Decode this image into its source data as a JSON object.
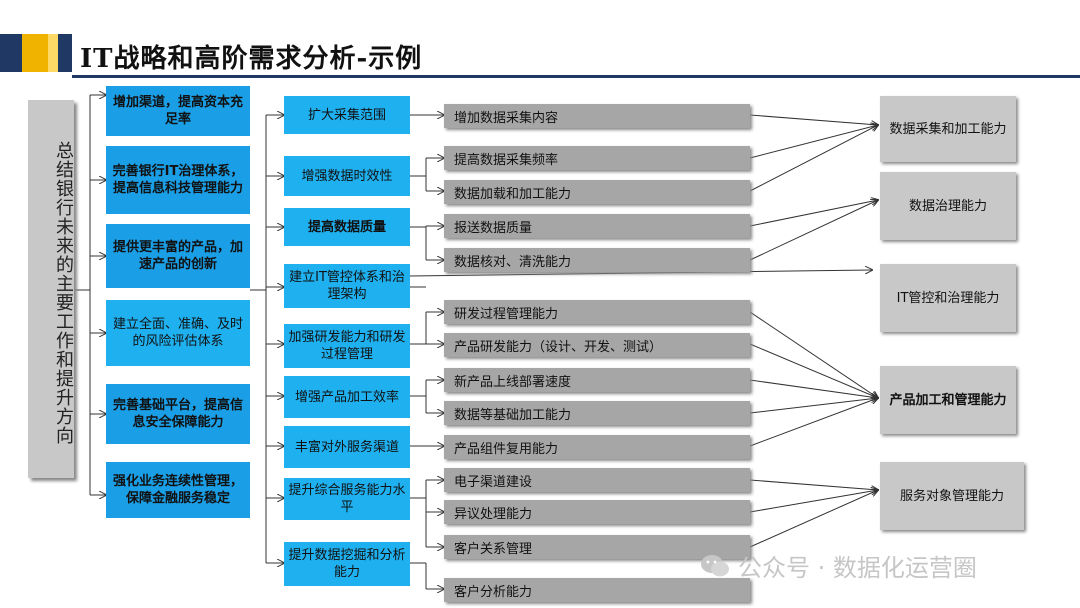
{
  "title": "IT战略和高阶需求分析-示例",
  "left_label": "总结银行未来的主要工作和提升方向",
  "col1": [
    "增加渠道，提高资本充足率",
    "完善银行IT治理体系，提高信息科技管理能力",
    "提供更丰富的产品，加速产品的创新",
    "建立全面、准确、及时的风险评估体系",
    "完善基础平台，提高信息安全保障能力",
    "强化业务连续性管理，保障金融服务稳定"
  ],
  "col2": [
    "扩大采集范围",
    "增强数据时效性",
    "提高数据质量",
    "建立IT管控体系和治理架构",
    "加强研发能力和研发过程管理",
    "增强产品加工效率",
    "丰富对外服务渠道",
    "提升综合服务能力水平",
    "提升数据挖掘和分析能力"
  ],
  "col3": [
    "增加数据采集内容",
    "提高数据采集频率",
    "数据加载和加工能力",
    "报送数据质量",
    "数据核对、清洗能力",
    "研发过程管理能力",
    "产品研发能力（设计、开发、测试）",
    "新产品上线部署速度",
    "数据等基础加工能力",
    "产品组件复用能力",
    "电子渠道建设",
    "异议处理能力",
    "客户关系管理",
    "客户分析能力"
  ],
  "col4": [
    "数据采集和加工能力",
    "数据治理能力",
    "IT管控和治理能力",
    "产品加工和管理能力",
    "服务对象管理能力"
  ],
  "watermark": "公众号 · 数据化运营圈",
  "colors": {
    "header_navy": "#1f3864",
    "header_gold": "#f0b400",
    "box_blue": "#1a9ee6",
    "box_gray": "#a6a6a6"
  }
}
